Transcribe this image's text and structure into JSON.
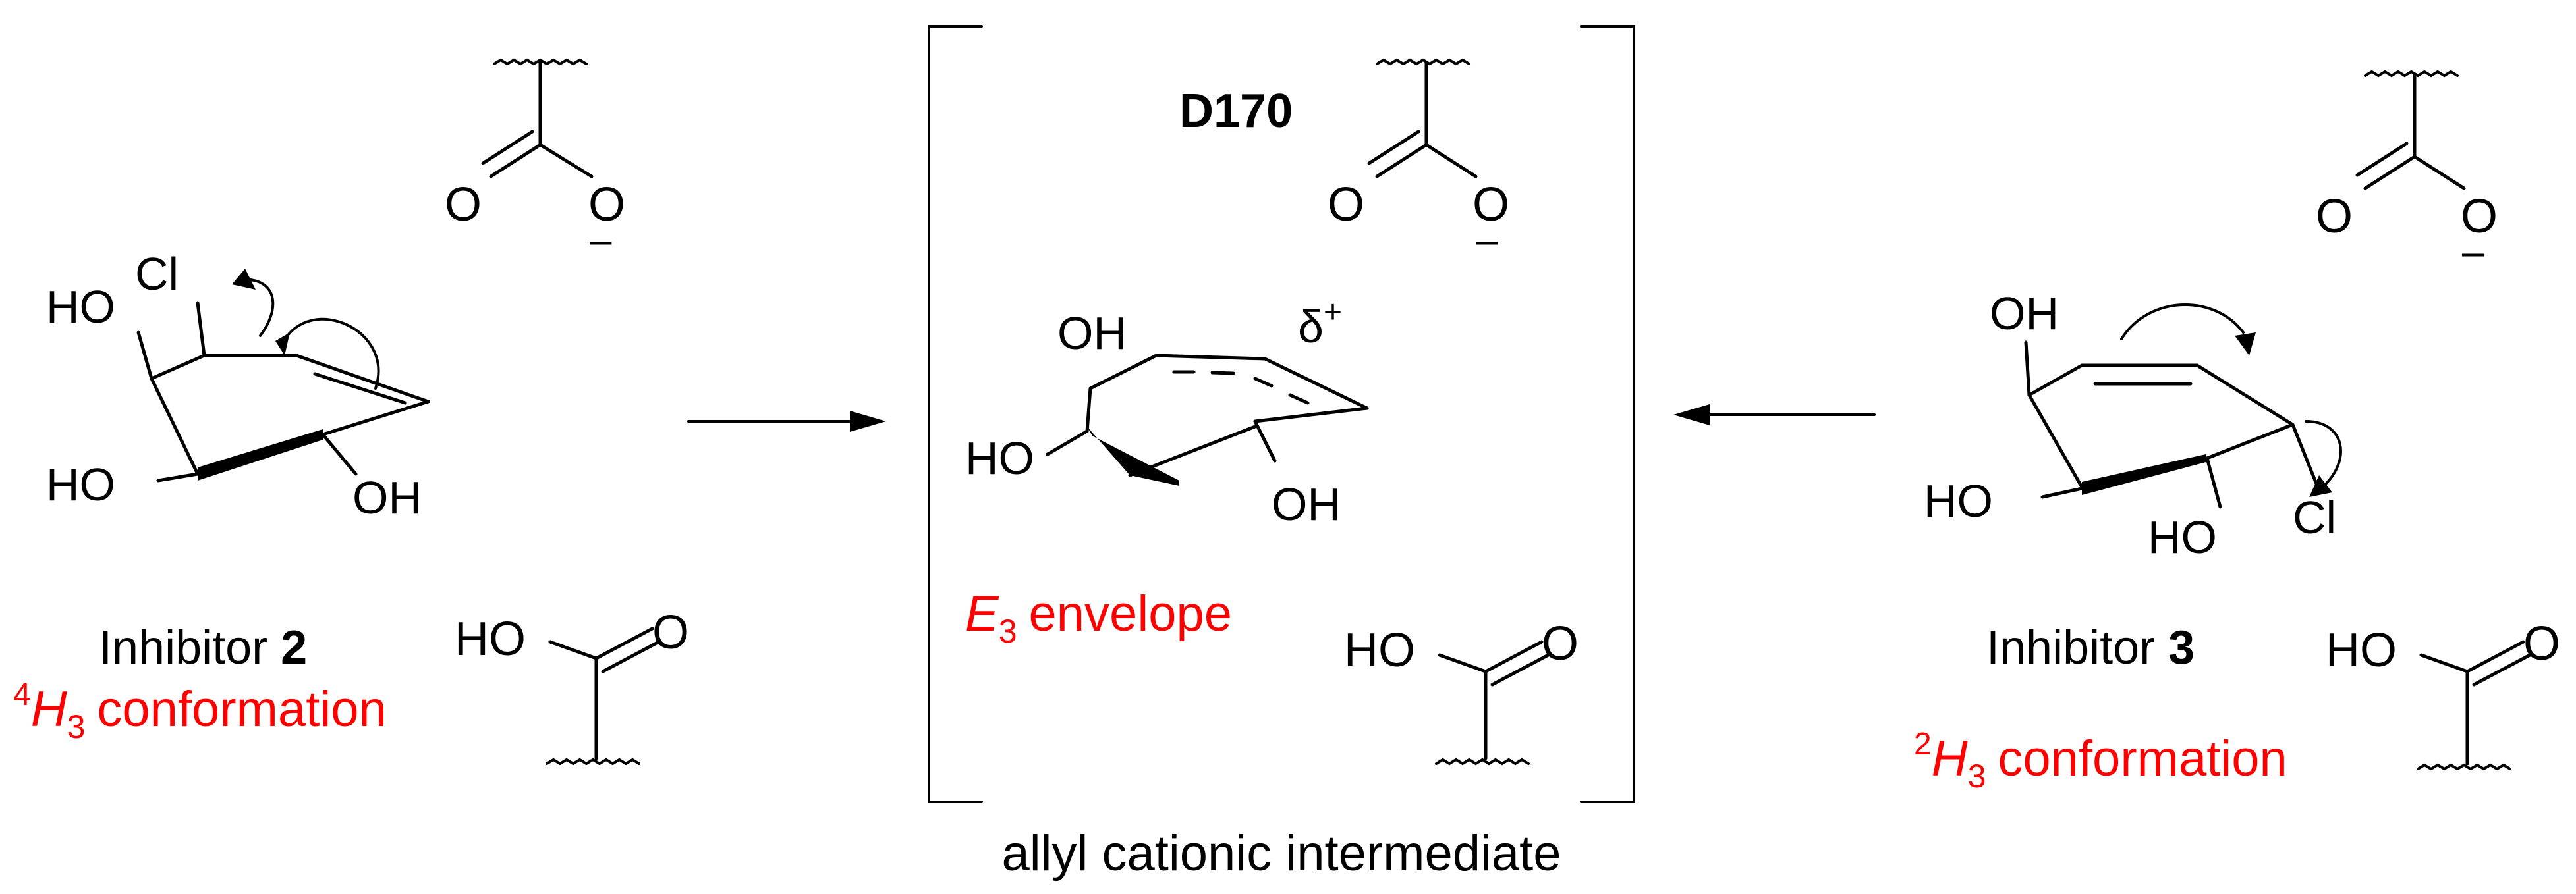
{
  "labels": {
    "ho": "HO",
    "oh": "OH",
    "cl": "Cl",
    "o": "O",
    "charge": "–",
    "delta": "δ",
    "plus": "+",
    "d170": "D170",
    "inhibitor_word": "Inhibitor",
    "inhibitor_2_num": "2",
    "inhibitor_3_num": "3",
    "conf_left_sup": "4",
    "conf_right_sup": "2",
    "conf_H": "H",
    "conf_sub": "3",
    "conf_word": "conformation",
    "env_E": "E",
    "env_sub": "3",
    "env_word": "envelope",
    "caption": "allyl cationic intermediate"
  },
  "colors": {
    "highlight": "#ff0000",
    "ink": "#000000"
  }
}
